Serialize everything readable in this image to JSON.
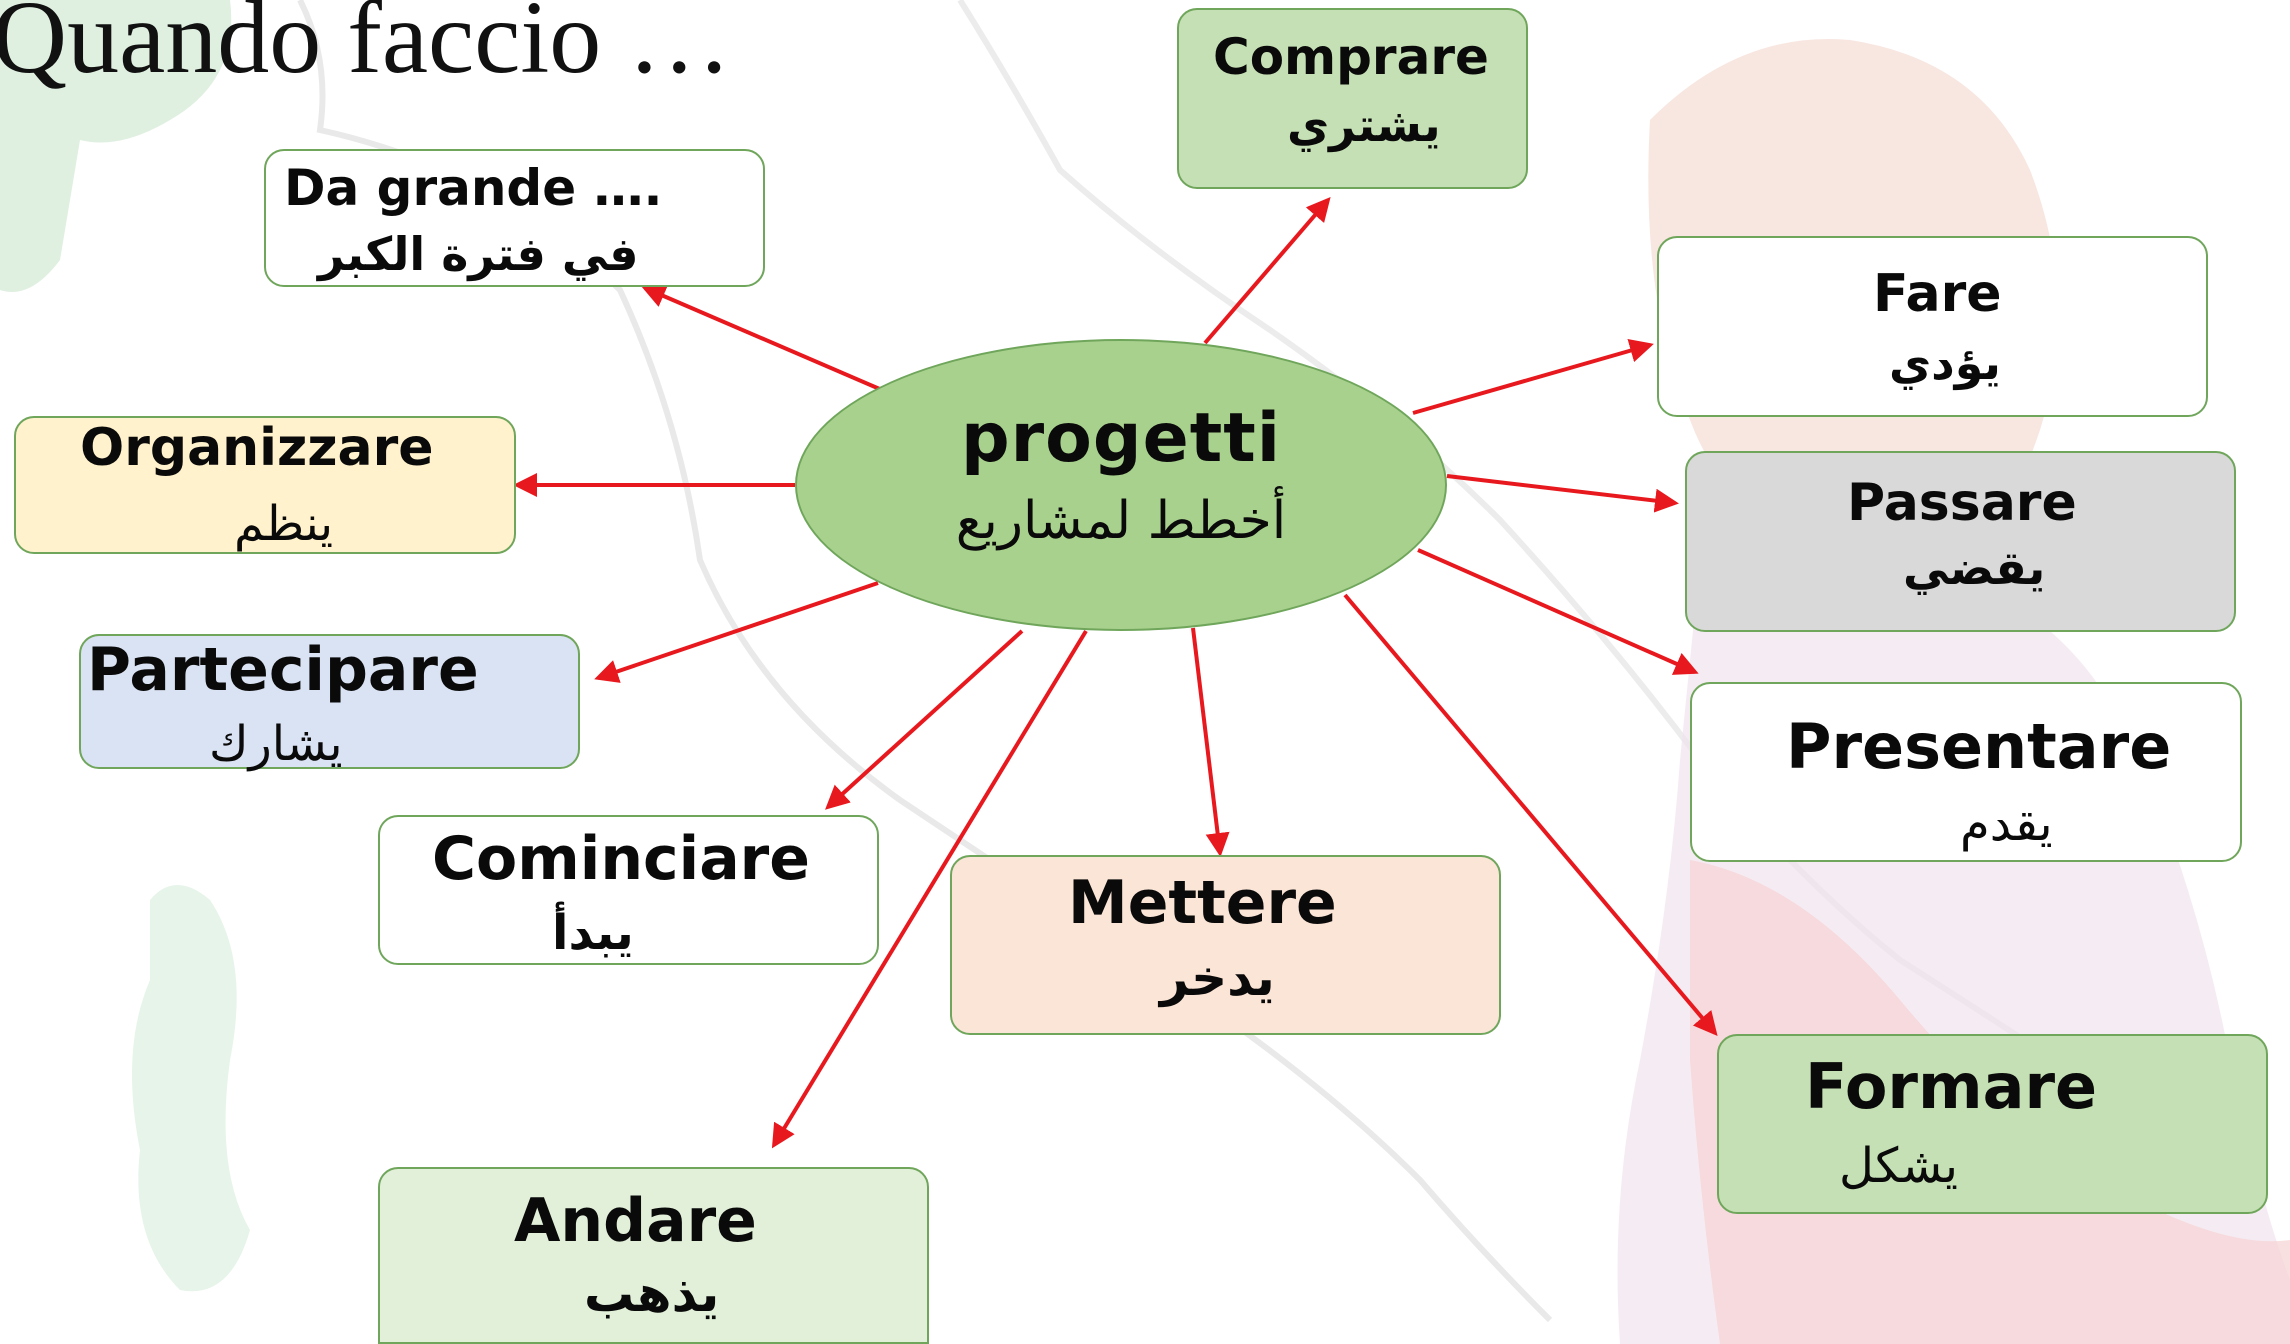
{
  "slide_title": "Quando faccio …",
  "center": {
    "italian": "progetti",
    "arabic": "أخطط لمشاريع",
    "fill": "#a9d18e"
  },
  "arrow_color": "#e8191e",
  "nodes": {
    "comprare": {
      "italian": "Comprare",
      "arabic": "يشتري",
      "fill": "#c5e0b4"
    },
    "da_grande": {
      "italian": "Da grande ….",
      "arabic": "في فترة الكبر",
      "fill": "#ffffff"
    },
    "fare": {
      "italian": "Fare",
      "arabic": "يؤدي",
      "fill": "#ffffff"
    },
    "organizzare": {
      "italian": "Organizzare",
      "arabic": "ينظم",
      "fill": "#fff2cc"
    },
    "passare": {
      "italian": "Passare",
      "arabic": "يقضي",
      "fill": "#d9d9d9"
    },
    "partecipare": {
      "italian": "Partecipare",
      "arabic": "يشارك",
      "fill": "#dae3f3"
    },
    "presentare": {
      "italian": "Presentare",
      "arabic": "يقدم",
      "fill": "#ffffff"
    },
    "cominciare": {
      "italian": "Cominciare",
      "arabic": "يبدأ",
      "fill": "#ffffff"
    },
    "mettere": {
      "italian": "Mettere",
      "arabic": "يدخر",
      "fill": "#fbe5d6"
    },
    "formare": {
      "italian": "Formare",
      "arabic": "يشكل",
      "fill": "#c5e0b4"
    },
    "andare": {
      "italian": "Andare",
      "arabic": "يذهب",
      "fill": "#e2f0d9"
    }
  }
}
